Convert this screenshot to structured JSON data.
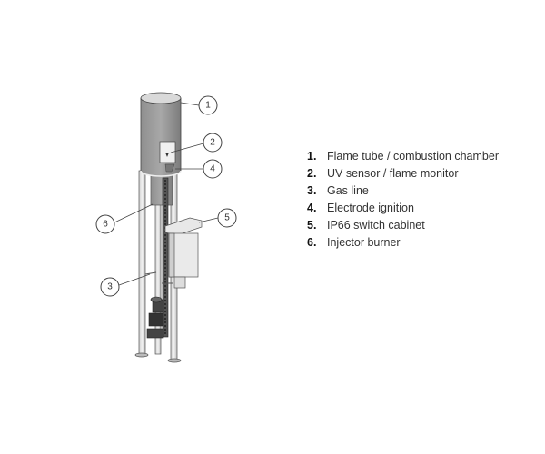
{
  "callouts": [
    "1",
    "2",
    "3",
    "4",
    "5",
    "6"
  ],
  "legend": [
    {
      "num": "1.",
      "label": "Flame tube / combustion chamber"
    },
    {
      "num": "2.",
      "label": "UV sensor / flame monitor"
    },
    {
      "num": "3.",
      "label": "Gas line"
    },
    {
      "num": "4.",
      "label": "Electrode ignition"
    },
    {
      "num": "5.",
      "label": "IP66 switch cabinet"
    },
    {
      "num": "6.",
      "label": "Injector burner"
    }
  ]
}
